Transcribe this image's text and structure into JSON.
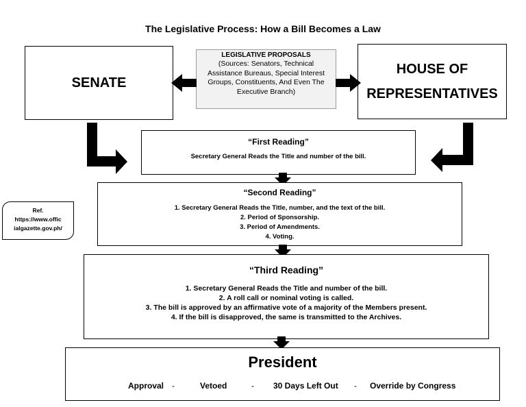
{
  "title": "The Legislative Process: How a Bill Becomes a Law",
  "senate": {
    "label": "SENATE"
  },
  "house": {
    "line1": "HOUSE OF",
    "line2": "REPRESENTATIVES"
  },
  "proposals": {
    "heading": "LEGISLATIVE PROPOSALS",
    "lines": [
      "(Sources: Senators, Technical",
      "Assistance Bureaus, Special Interest",
      "Groups, Constituents, And Even The",
      "Executive Branch)"
    ]
  },
  "first_reading": {
    "heading": "“First Reading”",
    "text": "Secretary General Reads the Title and number of the bill."
  },
  "second_reading": {
    "heading": "“Second Reading”",
    "items": [
      "1.  Secretary General Reads the Title, number, and the text of the bill.",
      "2.   Period of Sponsorship.",
      "3.   Period of Amendments.",
      "4.   Voting."
    ]
  },
  "third_reading": {
    "heading": "“Third Reading”",
    "items": [
      "1.  Secretary General Reads the Title and number of the bill.",
      "2.  A roll call or nominal voting is called.",
      "3.  The bill is approved by an affirmative vote of a majority of the Members present.",
      "4.  If the bill is disapproved, the same is transmitted to the Archives."
    ]
  },
  "president": {
    "heading": "President",
    "options": [
      "Approval",
      "Vetoed",
      "30 Days Left Out",
      "Override by Congress"
    ],
    "separator": "-"
  },
  "ref": {
    "lines": [
      "Ref.",
      "https://www.offic",
      "ialgazette.gov.ph/"
    ]
  }
}
